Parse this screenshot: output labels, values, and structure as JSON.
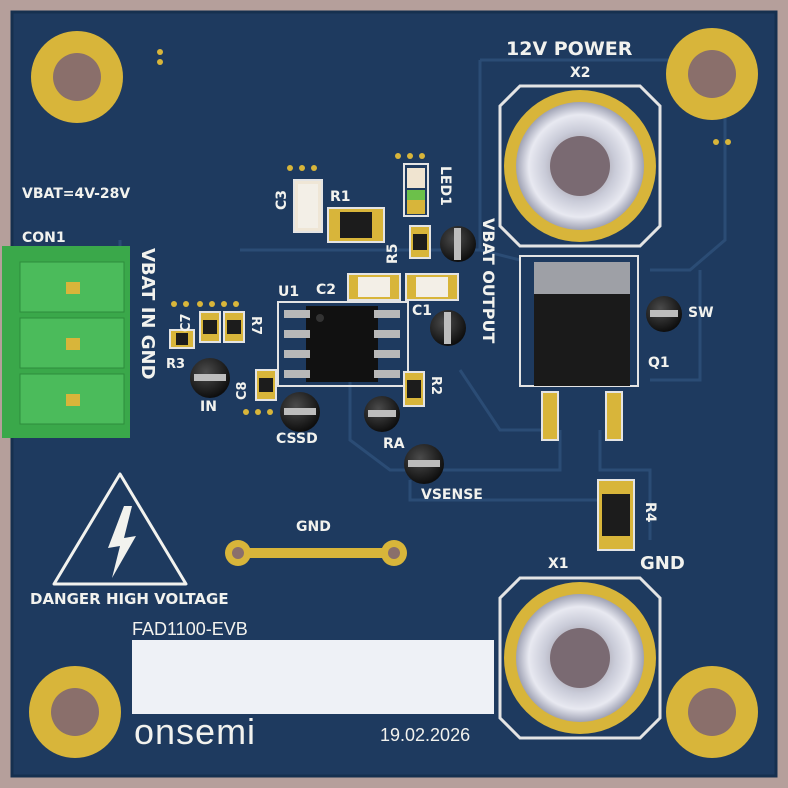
{
  "board": {
    "name": "FAD1100-EVB",
    "brand": "onsemi",
    "date": "19.02.2026",
    "power_label": "12V POWER",
    "gnd_label": "GND",
    "vbat_range": "VBAT=4V-28V",
    "warning": "DANGER HIGH VOLTAGE",
    "wire_label": "GND",
    "connector_pins": "VBAT IN GND",
    "vbat_output": "VBAT OUTPUT"
  },
  "refdes": {
    "con1": "CON1",
    "x1": "X1",
    "x2": "X2",
    "u1": "U1",
    "q1": "Q1",
    "r1": "R1",
    "r2": "R2",
    "r3": "R3",
    "r4": "R4",
    "r5": "R5",
    "r7": "R7",
    "c1": "C1",
    "c2": "C2",
    "c3": "C3",
    "c7": "C7",
    "c8": "C8",
    "led1": "LED1"
  },
  "testpoints": {
    "in": "IN",
    "cssd": "CSSD",
    "ra": "RA",
    "vsense": "VSENSE",
    "sw": "SW"
  },
  "colors": {
    "pcb": "#1e3a5f",
    "copper_trace": "#2b4c75",
    "silkscreen": "#f2f2ee",
    "gold": "#d8b53a",
    "connector": "#3aa84a"
  }
}
